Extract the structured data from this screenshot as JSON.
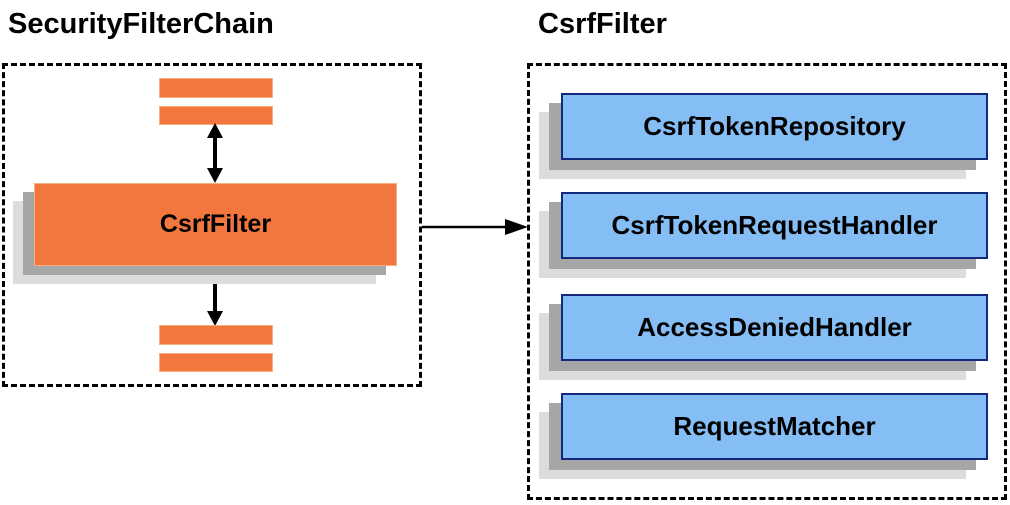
{
  "diagram": {
    "left": {
      "title": "SecurityFilterChain",
      "box_label": "CsrfFilter"
    },
    "right": {
      "title": "CsrfFilter",
      "components": [
        "CsrfTokenRepository",
        "CsrfTokenRequestHandler",
        "AccessDeniedHandler",
        "RequestMatcher"
      ]
    },
    "icons": {
      "vertical_connector": "double-headed-arrow",
      "flow_connector": "right-arrow"
    },
    "colors": {
      "orange_fill": "#F2773E",
      "orange_border": "#F9AE7E",
      "blue_fill": "#85BEF4",
      "blue_border": "#14297E",
      "shadow_dark": "#A6A6A6",
      "shadow_light": "#DCDCDC",
      "dashed_border": "#000000",
      "arrow": "#000000",
      "text": "#000000",
      "background": "#FFFFFF"
    }
  }
}
